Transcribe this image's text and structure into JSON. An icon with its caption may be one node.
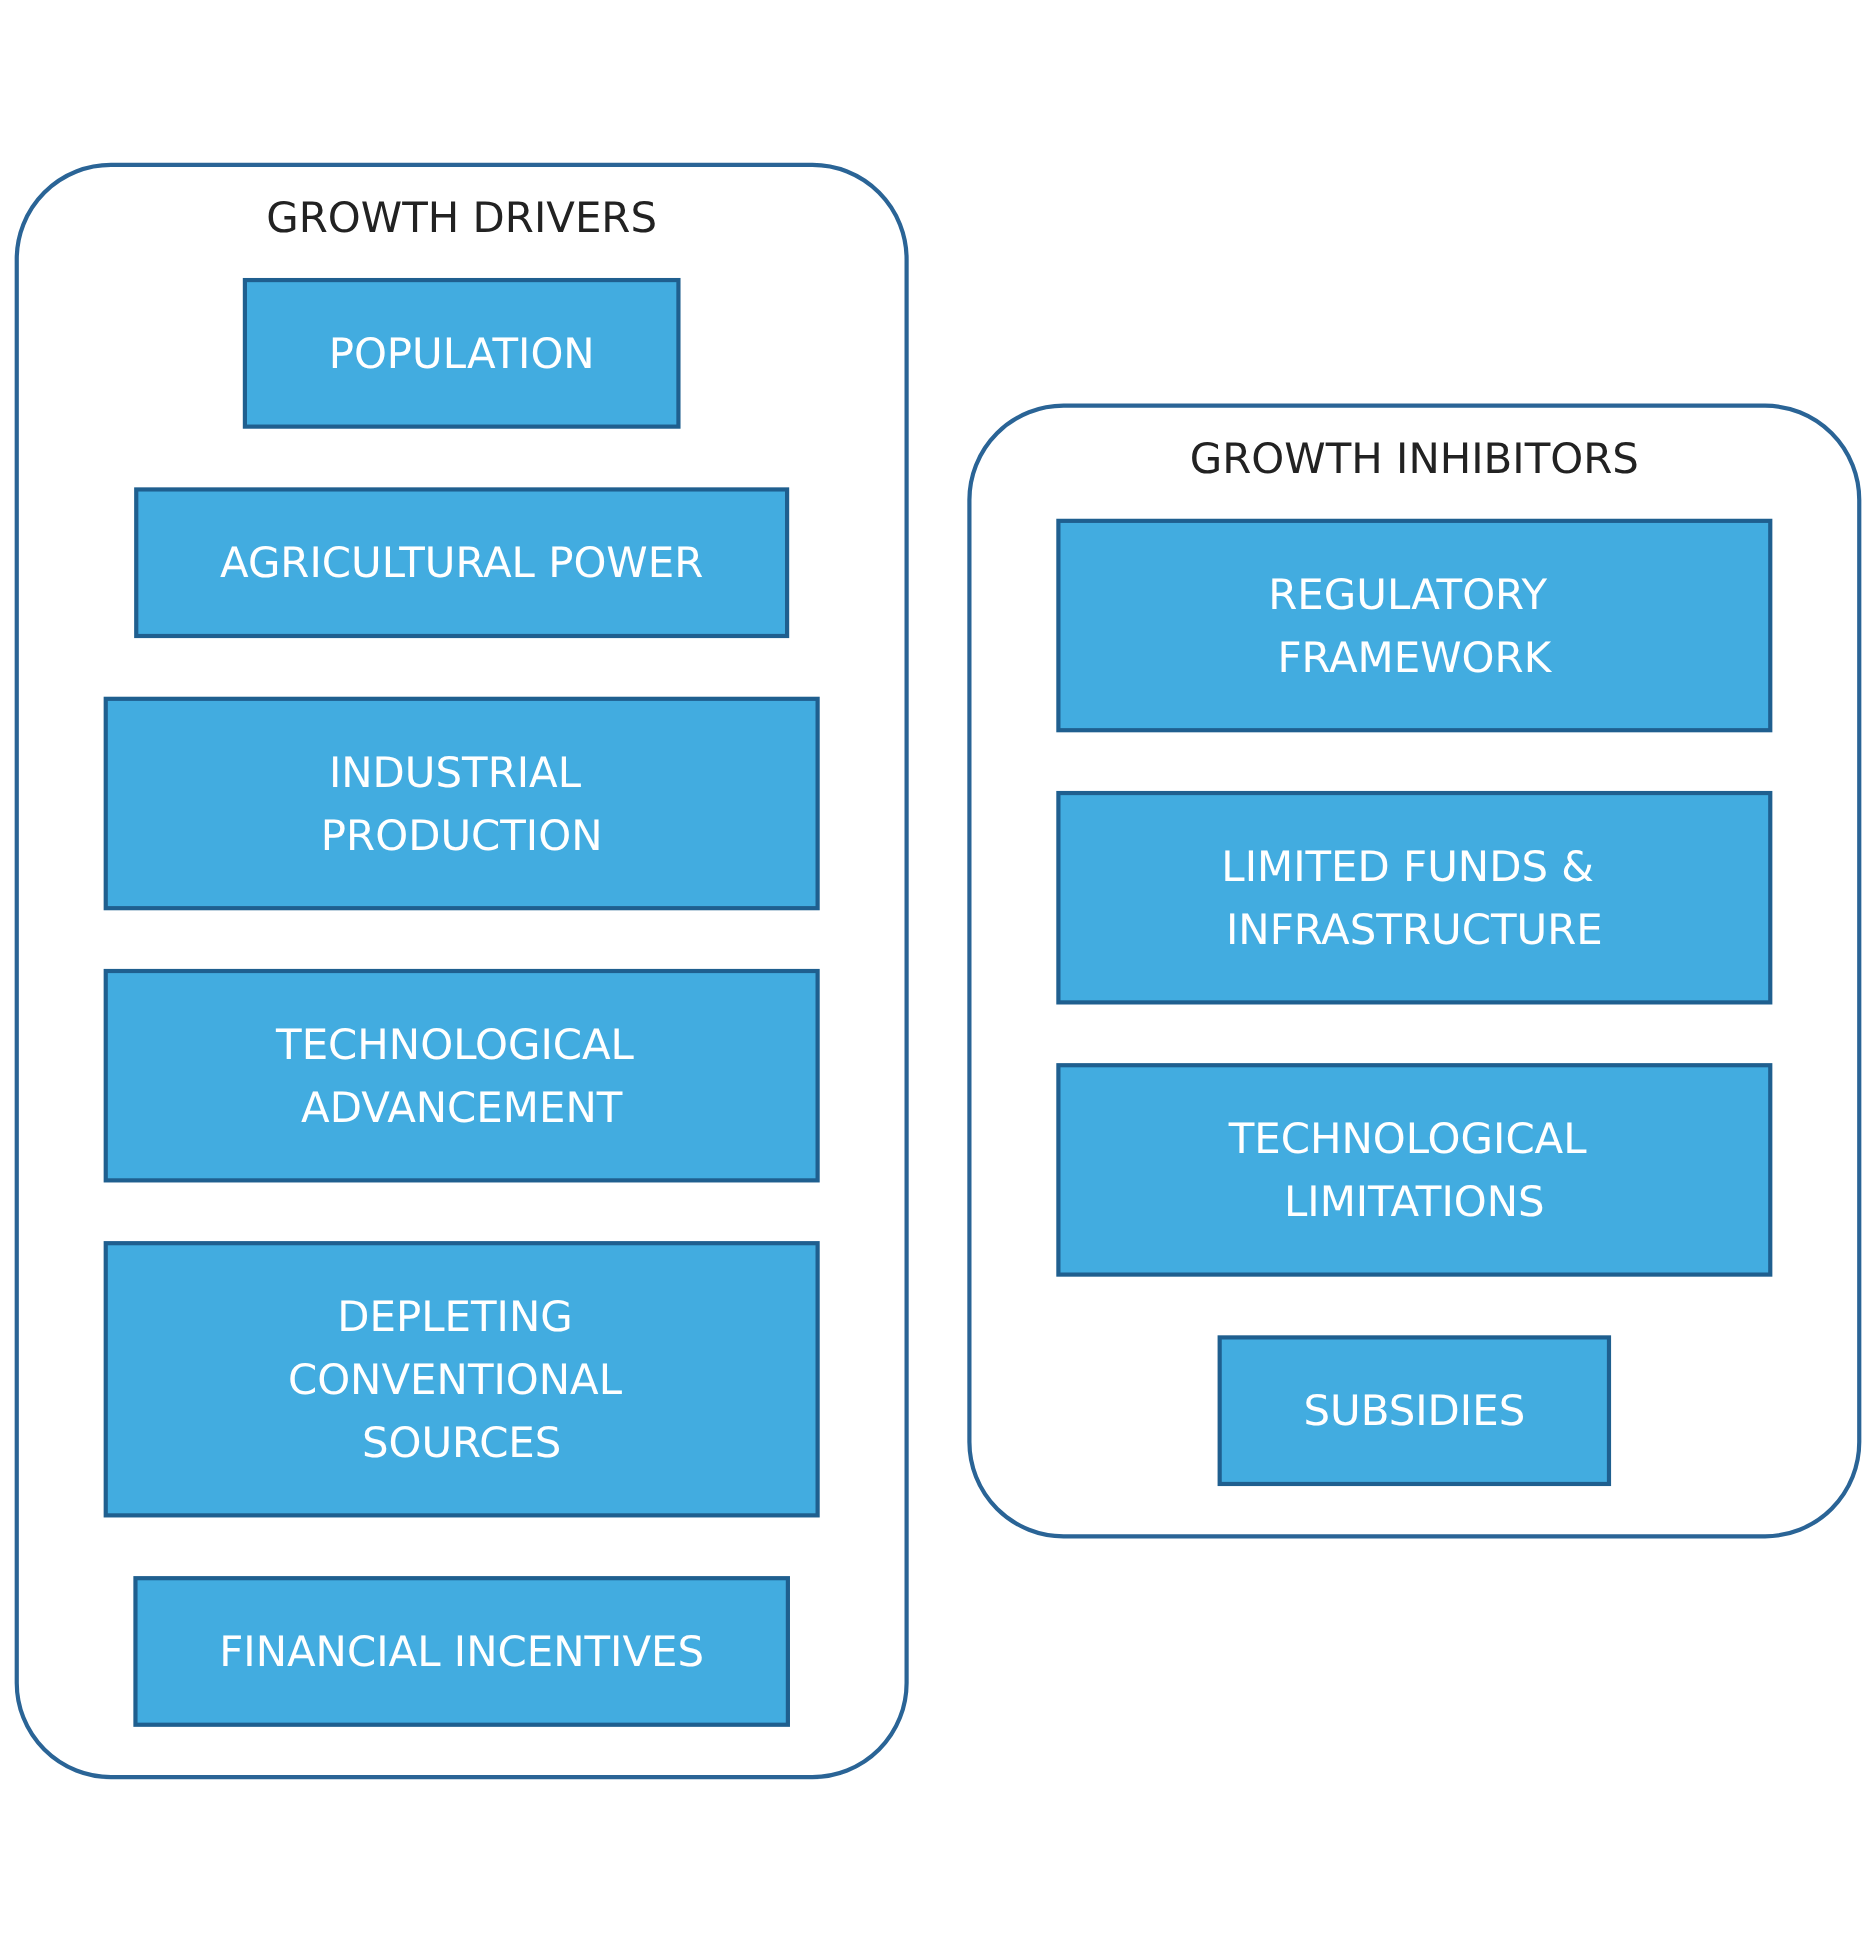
{
  "diagram": {
    "nodes": [
      {
        "text": [
          "GROWTH DRIVERS"
        ]
      },
      {
        "text": [
          "POPULATION"
        ],
        "in": 0
      },
      {
        "text": [
          "AGRICULTURAL POWER"
        ],
        "in": 0
      },
      {
        "text": [
          "INDUSTRIAL PRODUCTION"
        ],
        "in": 0
      },
      {
        "text": [
          "TECHNOLOGICAL ADVANCEMENT"
        ],
        "in": 0
      },
      {
        "text": [
          "DEPLETING CONVENTIONAL SOURCES"
        ],
        "in": 0
      },
      {
        "text": [
          "FINANCIAL INCENTIVES"
        ],
        "in": 0
      },
      {
        "text": [
          "GROWTH INHIBITORS"
        ]
      },
      {
        "text": [
          "REGULATORY FRAMEWORK"
        ],
        "in": 7
      },
      {
        "text": [
          "LIMITED FUNDS & INFRASTRUCTURE"
        ],
        "in": 7
      },
      {
        "text": [
          "TECHNOLOGICAL LIMITATIONS"
        ],
        "in": 7
      },
      {
        "text": [
          "SUBSIDIES"
        ],
        "in": 7
      }
    ],
    "edges": []
  }
}
